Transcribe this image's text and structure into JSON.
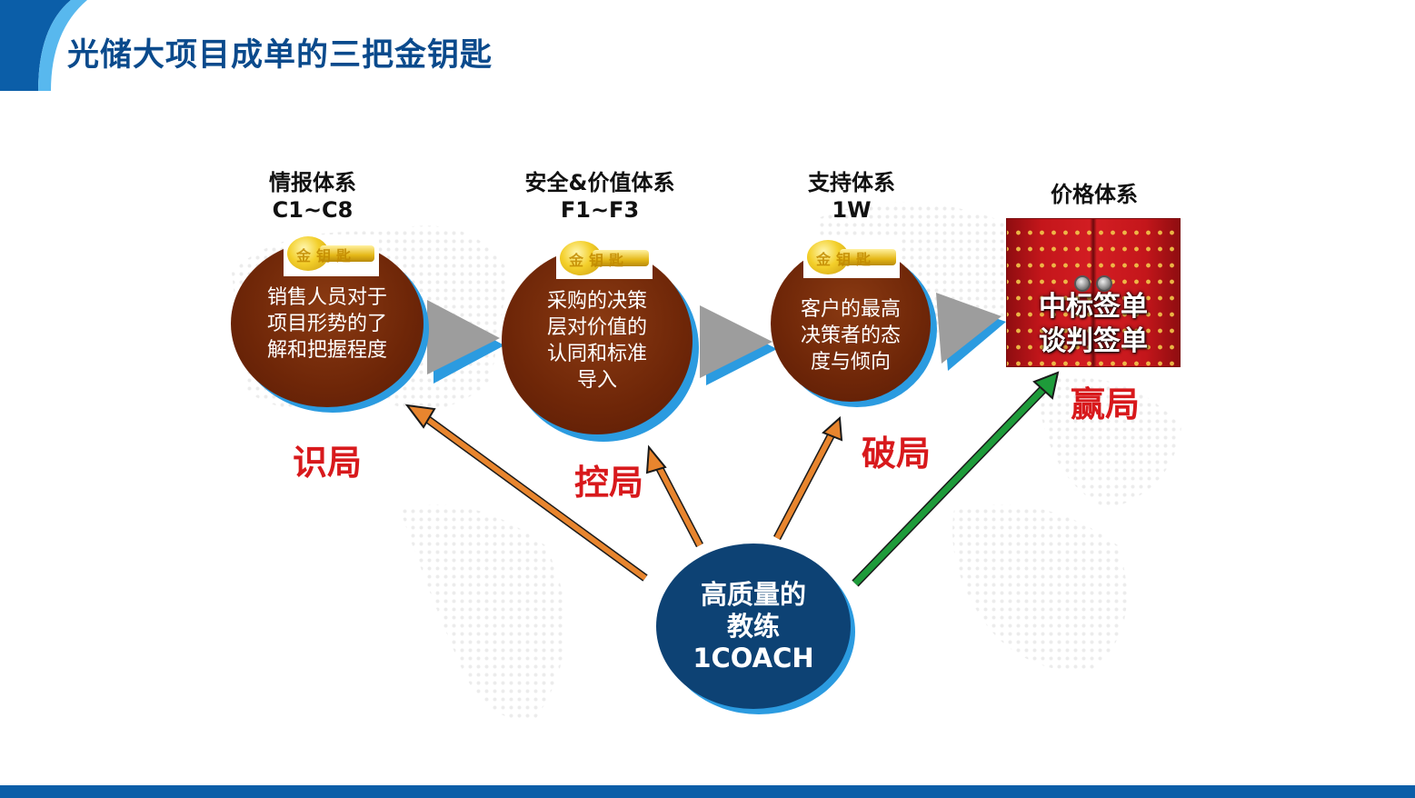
{
  "title": "光储大项目成单的三把金钥匙",
  "key_text": "金钥匙",
  "colors": {
    "title": "#0a4a8c",
    "accent_blue": "#0b5ea8",
    "circle_brown": "#6e2608",
    "phase_red": "#d8191c",
    "arrow_orange": "#e8852e",
    "arrow_green": "#1e9b3a",
    "coach_navy": "#0d4274"
  },
  "systems": [
    {
      "title_line1": "情报体系",
      "title_line2": "C1~C8",
      "desc": "销售人员对于\n项目形势的了\n解和把握程度",
      "phase": "识局"
    },
    {
      "title_line1": "安全&价值体系",
      "title_line2": "F1~F3",
      "desc": "采购的决策\n层对价值的\n认同和标准\n导入",
      "phase": "控局"
    },
    {
      "title_line1": "支持体系",
      "title_line2": "1W",
      "desc": "客户的最高\n决策者的态\n度与倾向",
      "phase": "破局"
    },
    {
      "title_line1": "价格体系",
      "title_line2": "",
      "desc_line1": "中标签单",
      "desc_line2": "谈判签单",
      "phase": "赢局"
    }
  ],
  "coach": {
    "line1": "高质量的",
    "line2": "教练",
    "line3": "1COACH"
  }
}
